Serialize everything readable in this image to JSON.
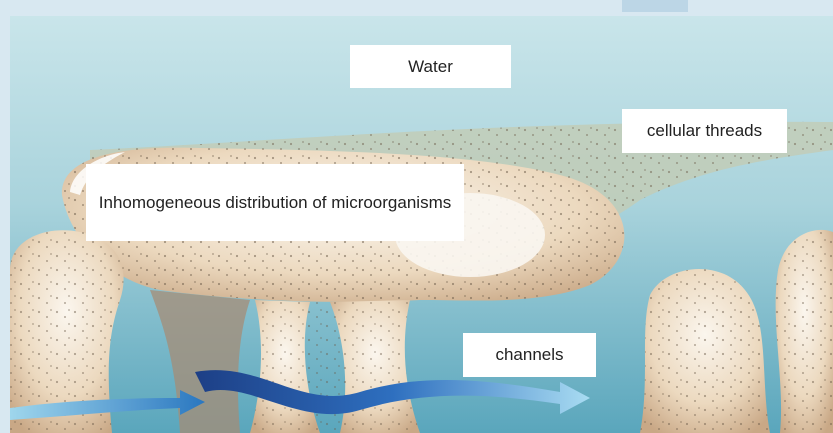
{
  "labels": {
    "water": "Water",
    "cellular_threads": "cellular threads",
    "inhomogeneous": "Inhomogeneous distribution of microorganisms",
    "channels": "channels"
  },
  "colors": {
    "water_top": "#bfe0e6",
    "water_bottom": "#64aec2",
    "biofilm": "#d9c0a0",
    "biofilm_light": "#efe6d8",
    "thread": "#b8c8b4",
    "flow_light": "#8fcde6",
    "flow_dark": "#1f4f9a",
    "label_bg": "#ffffff"
  }
}
